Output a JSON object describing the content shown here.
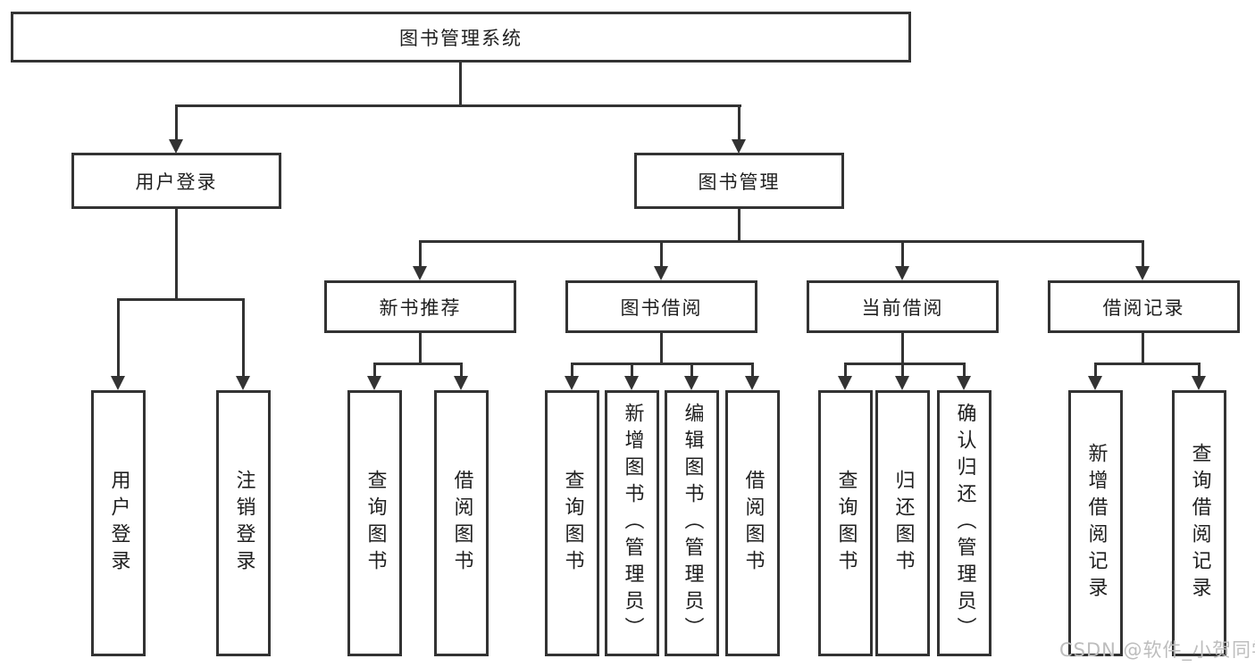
{
  "diagram": {
    "type": "functional-structure-tree",
    "tree": {
      "root": "图书管理系统",
      "user": {
        "label": "用户登录",
        "children": [
          "用户登录",
          "注销登录"
        ]
      },
      "book": {
        "label": "图书管理",
        "groups": [
          {
            "label": "新书推荐",
            "children": [
              "查询图书",
              "借阅图书"
            ]
          },
          {
            "label": "图书借阅",
            "children": [
              "查询图书",
              "新增图书（管理员）",
              "编辑图书（管理员）",
              "借阅图书"
            ]
          },
          {
            "label": "当前借阅",
            "children": [
              "查询图书",
              "归还图书",
              "确认归还（管理员）"
            ]
          },
          {
            "label": "借阅记录",
            "children": [
              "新增借阅记录",
              "查询借阅记录"
            ]
          }
        ]
      }
    }
  },
  "watermark": {
    "text": "CSDN @软件_小贺同学"
  },
  "colors": {
    "line": "#333333",
    "text": "#1f1f1f",
    "watermark": "#bdbdbd",
    "background": "#ffffff"
  }
}
